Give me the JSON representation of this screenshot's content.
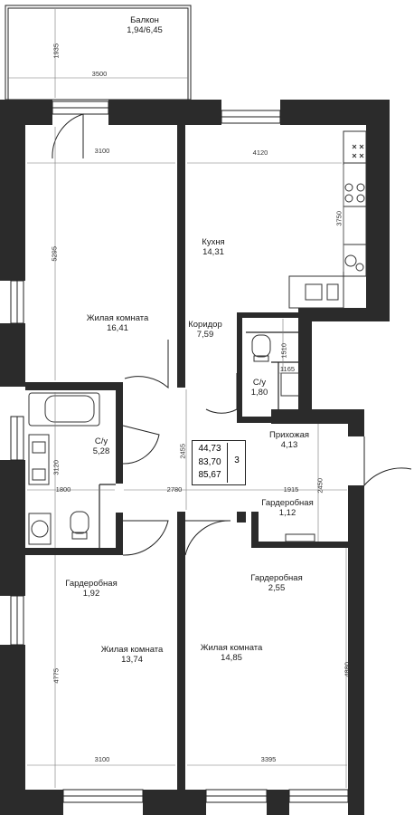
{
  "rooms": {
    "balcony": {
      "name": "Балкон",
      "area": "1,94/6,45"
    },
    "kitchen": {
      "name": "Кухня",
      "area": "14,31"
    },
    "living1": {
      "name": "Жилая комната",
      "area": "16,41"
    },
    "corridor": {
      "name": "Коридор",
      "area": "7,59"
    },
    "wc1": {
      "name": "С/у",
      "area": "1,80"
    },
    "wc2": {
      "name": "С/у",
      "area": "5,28"
    },
    "hall": {
      "name": "Прихожая",
      "area": "4,13"
    },
    "wardrobe1": {
      "name": "Гардеробная",
      "area": "1,12"
    },
    "wardrobe2": {
      "name": "Гардеробная",
      "area": "1,92"
    },
    "wardrobe3": {
      "name": "Гардеробная",
      "area": "2,55"
    },
    "living2": {
      "name": "Жилая комната",
      "area": "13,74"
    },
    "living3": {
      "name": "Жилая комната",
      "area": "14,85"
    }
  },
  "dimensions": {
    "balcony_h": "1935",
    "balcony_w": "3500",
    "living1_w": "3100",
    "kitchen_w": "4120",
    "living1_h": "5295",
    "kitchen_h": "3750",
    "wc1_h": "1510",
    "wc1_w": "1165",
    "corridor_h": "2455",
    "wc2_h": "3120",
    "wc2_w": "1800",
    "corridor_w": "2780",
    "hall_w": "1915",
    "hall_h": "2450",
    "living2_h": "4775",
    "living2_w": "3100",
    "living3_h": "4880",
    "living3_w": "3395"
  },
  "summary": {
    "area_living": "44,73",
    "area_total": "83,70",
    "area_with_balcony": "85,67",
    "rooms_count": "3"
  }
}
